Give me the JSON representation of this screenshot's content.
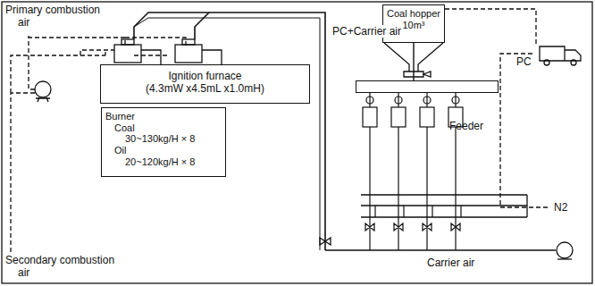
{
  "diagram": {
    "nodes": [
      {
        "text": [
          "Ignition furnace",
          "(4.3mW x4.5mL x1.0mH)"
        ]
      },
      {
        "text": [
          "Burner",
          "Coal",
          "30~130kg/H × 8",
          "Oil",
          "20~120kg/H × 8"
        ]
      },
      {
        "text": [
          "Coal hopper",
          "10m³"
        ]
      },
      {
        "text": [
          "Feeder"
        ]
      }
    ],
    "edges": [
      {
        "from": 2,
        "to": 3,
        "arrow": "none"
      }
    ],
    "labels": [
      "Primary combustion air",
      "Secondary combustion air",
      "PC+Carrier air",
      "PC",
      "N2",
      "Carrier air"
    ]
  }
}
